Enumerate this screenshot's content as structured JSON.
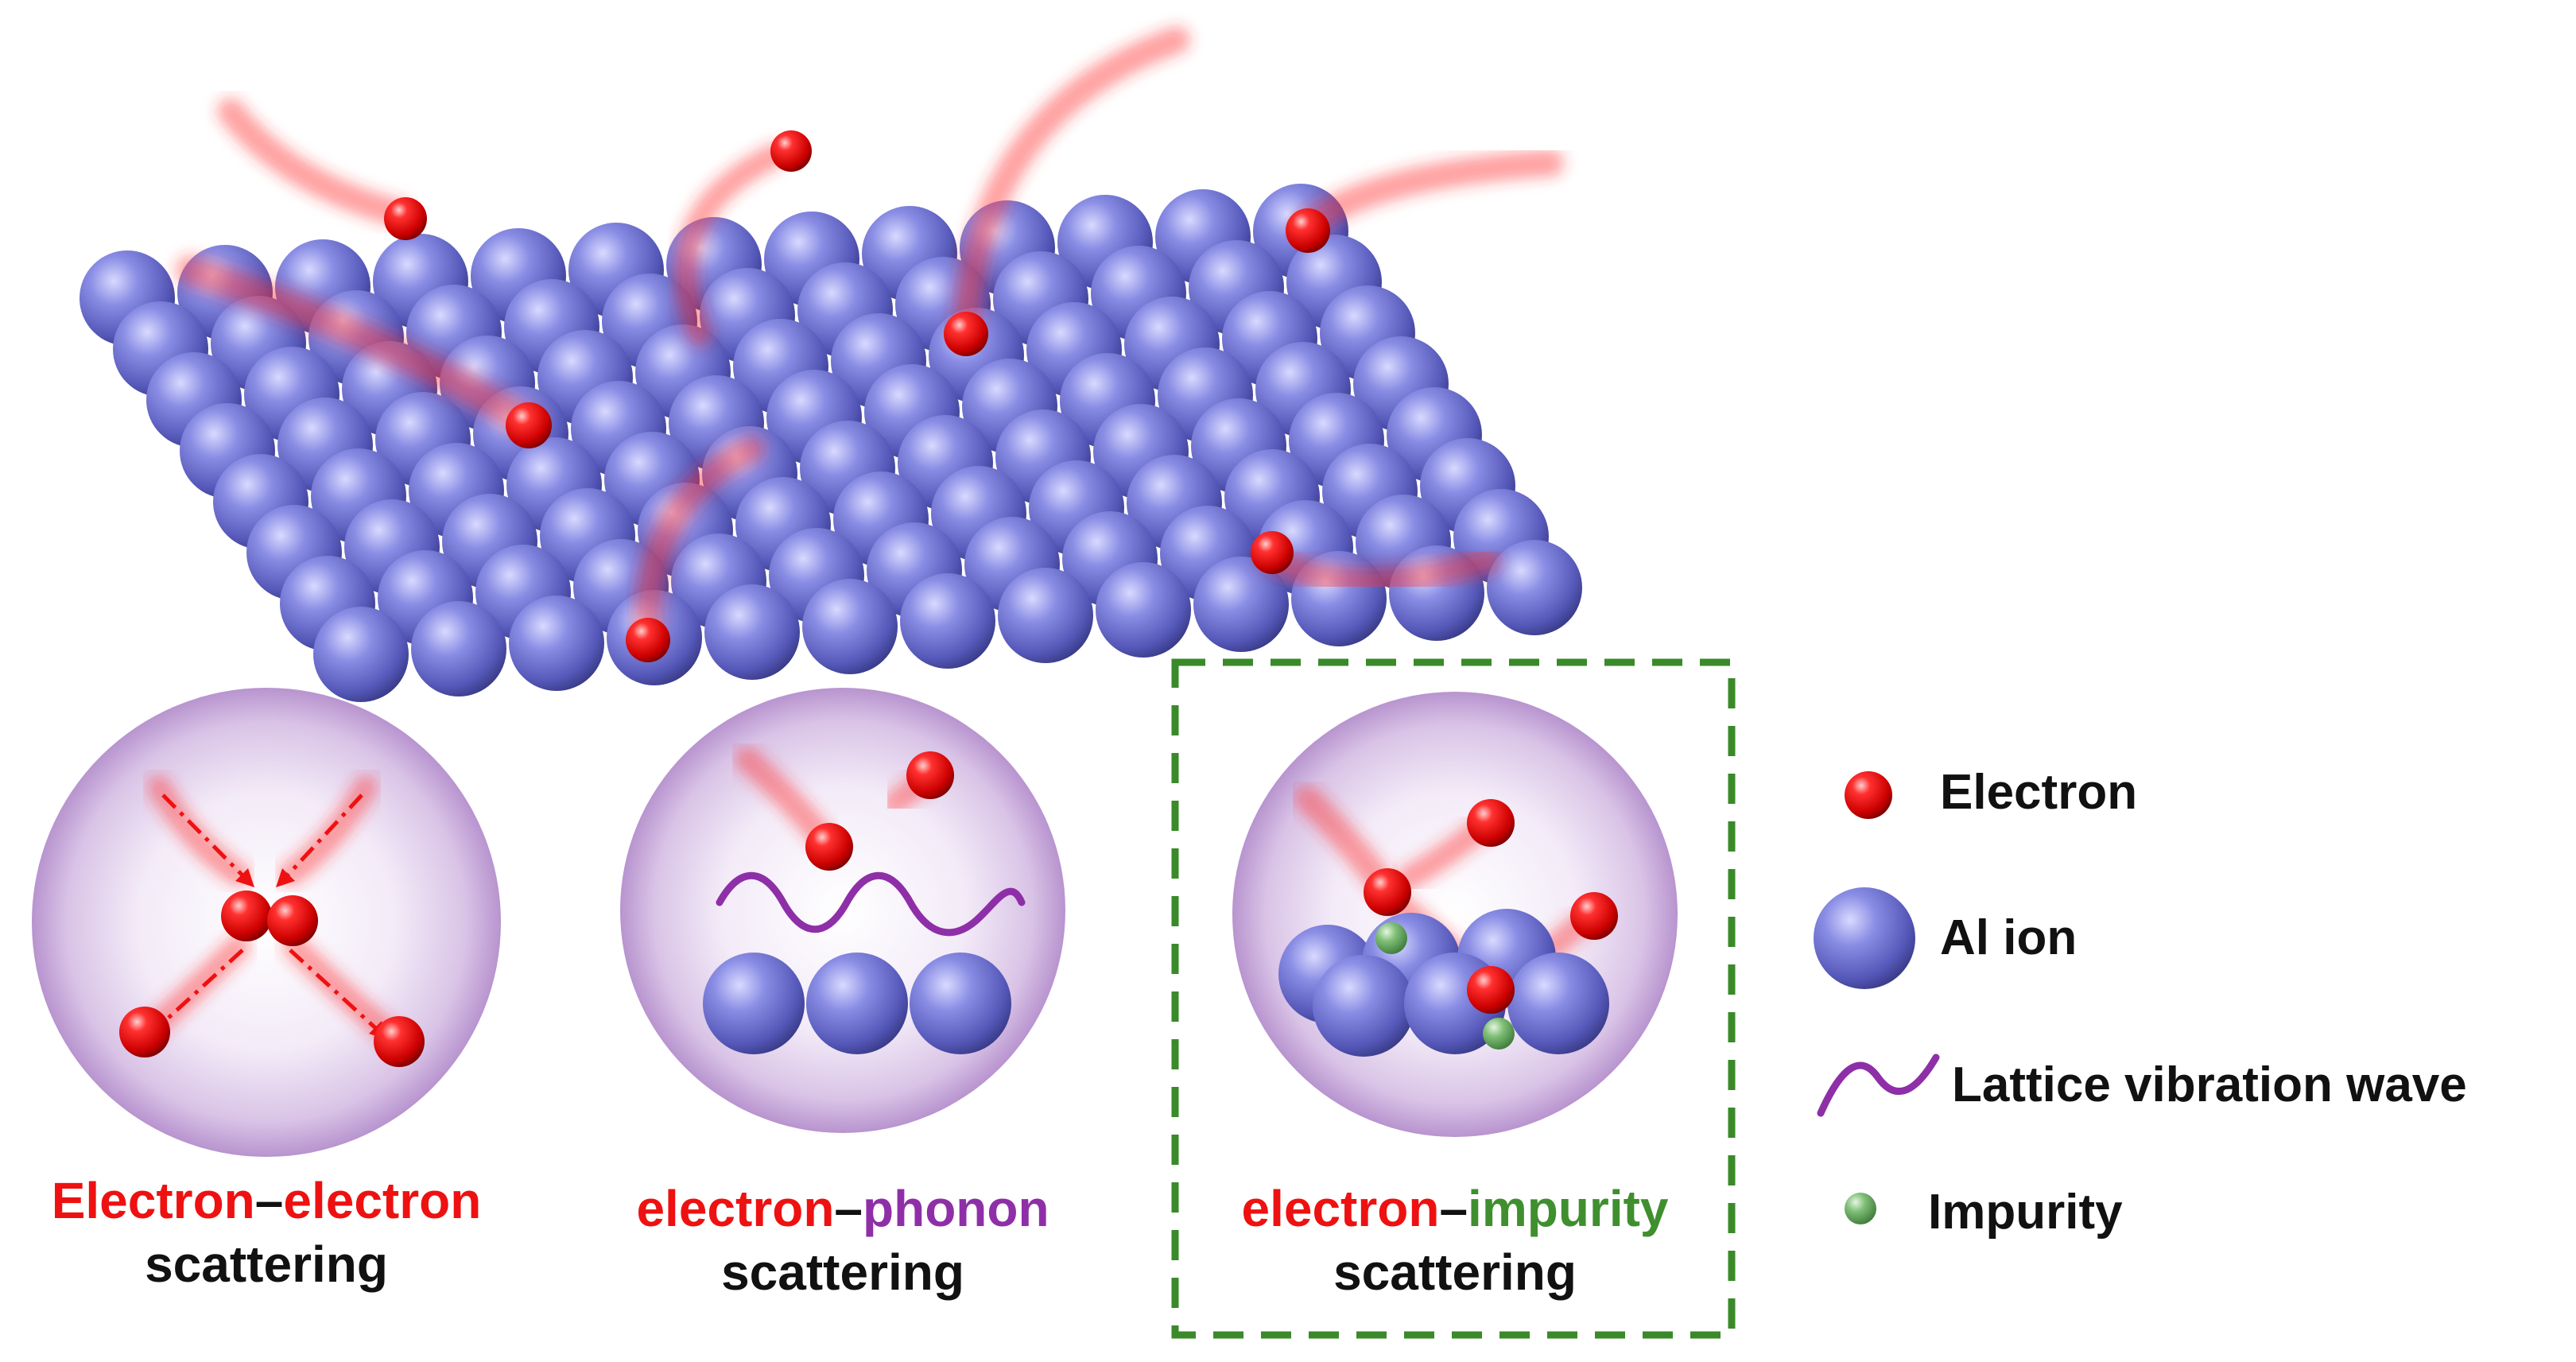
{
  "panels": [
    {
      "id": "electron-electron",
      "caption_part1": "Electron",
      "caption_dash": "–",
      "caption_part2": "electron",
      "caption_line2": "scattering",
      "part1_color": "#ee1111",
      "part2_color": "#ee1111"
    },
    {
      "id": "electron-phonon",
      "caption_part1": "electron",
      "caption_dash": "–",
      "caption_part2": "phonon",
      "caption_line2": "scattering",
      "part1_color": "#ee1111",
      "part2_color": "#8e2fa8"
    },
    {
      "id": "electron-impurity",
      "caption_part1": "electron",
      "caption_dash": "–",
      "caption_part2": "impurity",
      "caption_line2": "scattering",
      "part1_color": "#ee1111",
      "part2_color": "#3f8f2f",
      "highlighted": true,
      "highlight_color": "#3a8a2a"
    }
  ],
  "legend": {
    "electron": "Electron",
    "al_ion": "Al ion",
    "wave": "Lattice vibration wave",
    "impurity": "Impurity"
  },
  "colors": {
    "electron": "#ee1111",
    "al_ion": "#6f72d0",
    "wave": "#8e2fa8",
    "impurity": "#6fb06a",
    "bubble": "#c9a8dc"
  }
}
